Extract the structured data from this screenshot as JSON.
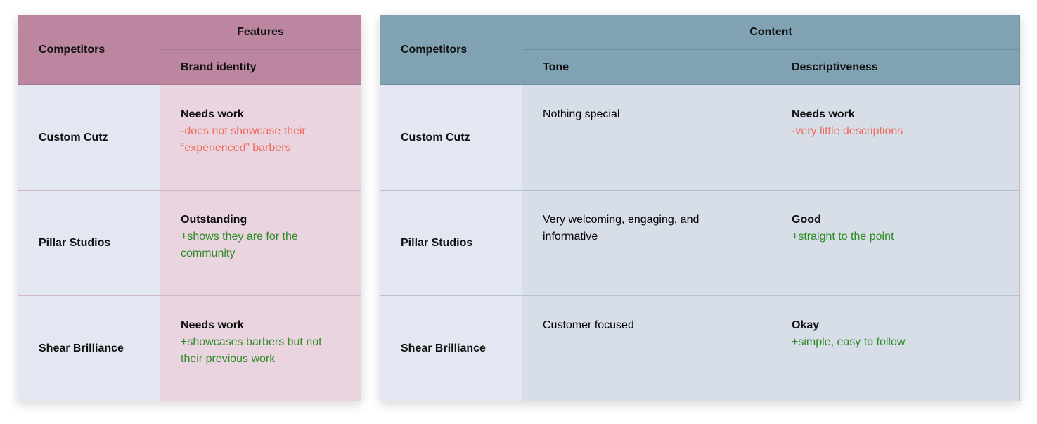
{
  "features_table": {
    "competitors_header": "Competitors",
    "group_header": "Features",
    "column_header": "Brand identity",
    "rows": [
      {
        "competitor": "Custom Cutz",
        "rating": "Needs work",
        "note": "-does not showcase their “experienced” barbers",
        "note_tone": "negative"
      },
      {
        "competitor": "Pillar Studios",
        "rating": "Outstanding",
        "note": "+shows they are for the community",
        "note_tone": "positive"
      },
      {
        "competitor": "Shear Brilliance",
        "rating": "Needs work",
        "note": "+showcases barbers but not their previous work",
        "note_tone": "positive"
      }
    ]
  },
  "content_table": {
    "competitors_header": "Competitors",
    "group_header": "Content",
    "columns": [
      "Tone",
      "Descriptiveness"
    ],
    "rows": [
      {
        "competitor": "Custom Cutz",
        "tone": "Nothing special",
        "desc_rating": "Needs work",
        "desc_note": "-very little descriptions",
        "note_tone": "negative"
      },
      {
        "competitor": "Pillar Studios",
        "tone": "Very welcoming, engaging, and informative",
        "desc_rating": "Good",
        "desc_note": "+straight to the point",
        "note_tone": "positive"
      },
      {
        "competitor": "Shear Brilliance",
        "tone": "Customer focused",
        "desc_rating": "Okay",
        "desc_note": "+simple, easy to follow",
        "note_tone": "positive"
      }
    ]
  },
  "colors": {
    "features_header": "#bd86a0",
    "features_cell": "#ead4e0",
    "content_header": "#80a2b3",
    "content_cell": "#d7dee7",
    "competitor_cell": "#e3e7f1",
    "negative_note": "#ef6a5a",
    "positive_note": "#2c8a25"
  }
}
